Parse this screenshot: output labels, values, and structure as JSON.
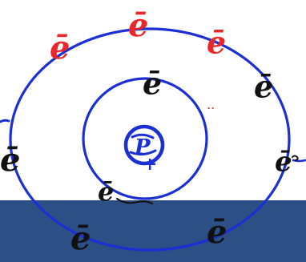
{
  "colors": {
    "background": "#ffffff",
    "band": "#2c4f86",
    "orbit": "#1a2fd4",
    "nucleus": "#1a2fd4",
    "electron_black": "#111111",
    "electron_red": "#e8282b"
  },
  "nucleus": {
    "symbol": "P",
    "charge_sign": "+"
  },
  "electrons": {
    "outer_red": [
      "ē",
      "ē",
      "ē"
    ],
    "outer_black": [
      "ē",
      "ē",
      "ē",
      "ē",
      "ē"
    ],
    "inner": [
      "ē",
      "ē"
    ]
  }
}
